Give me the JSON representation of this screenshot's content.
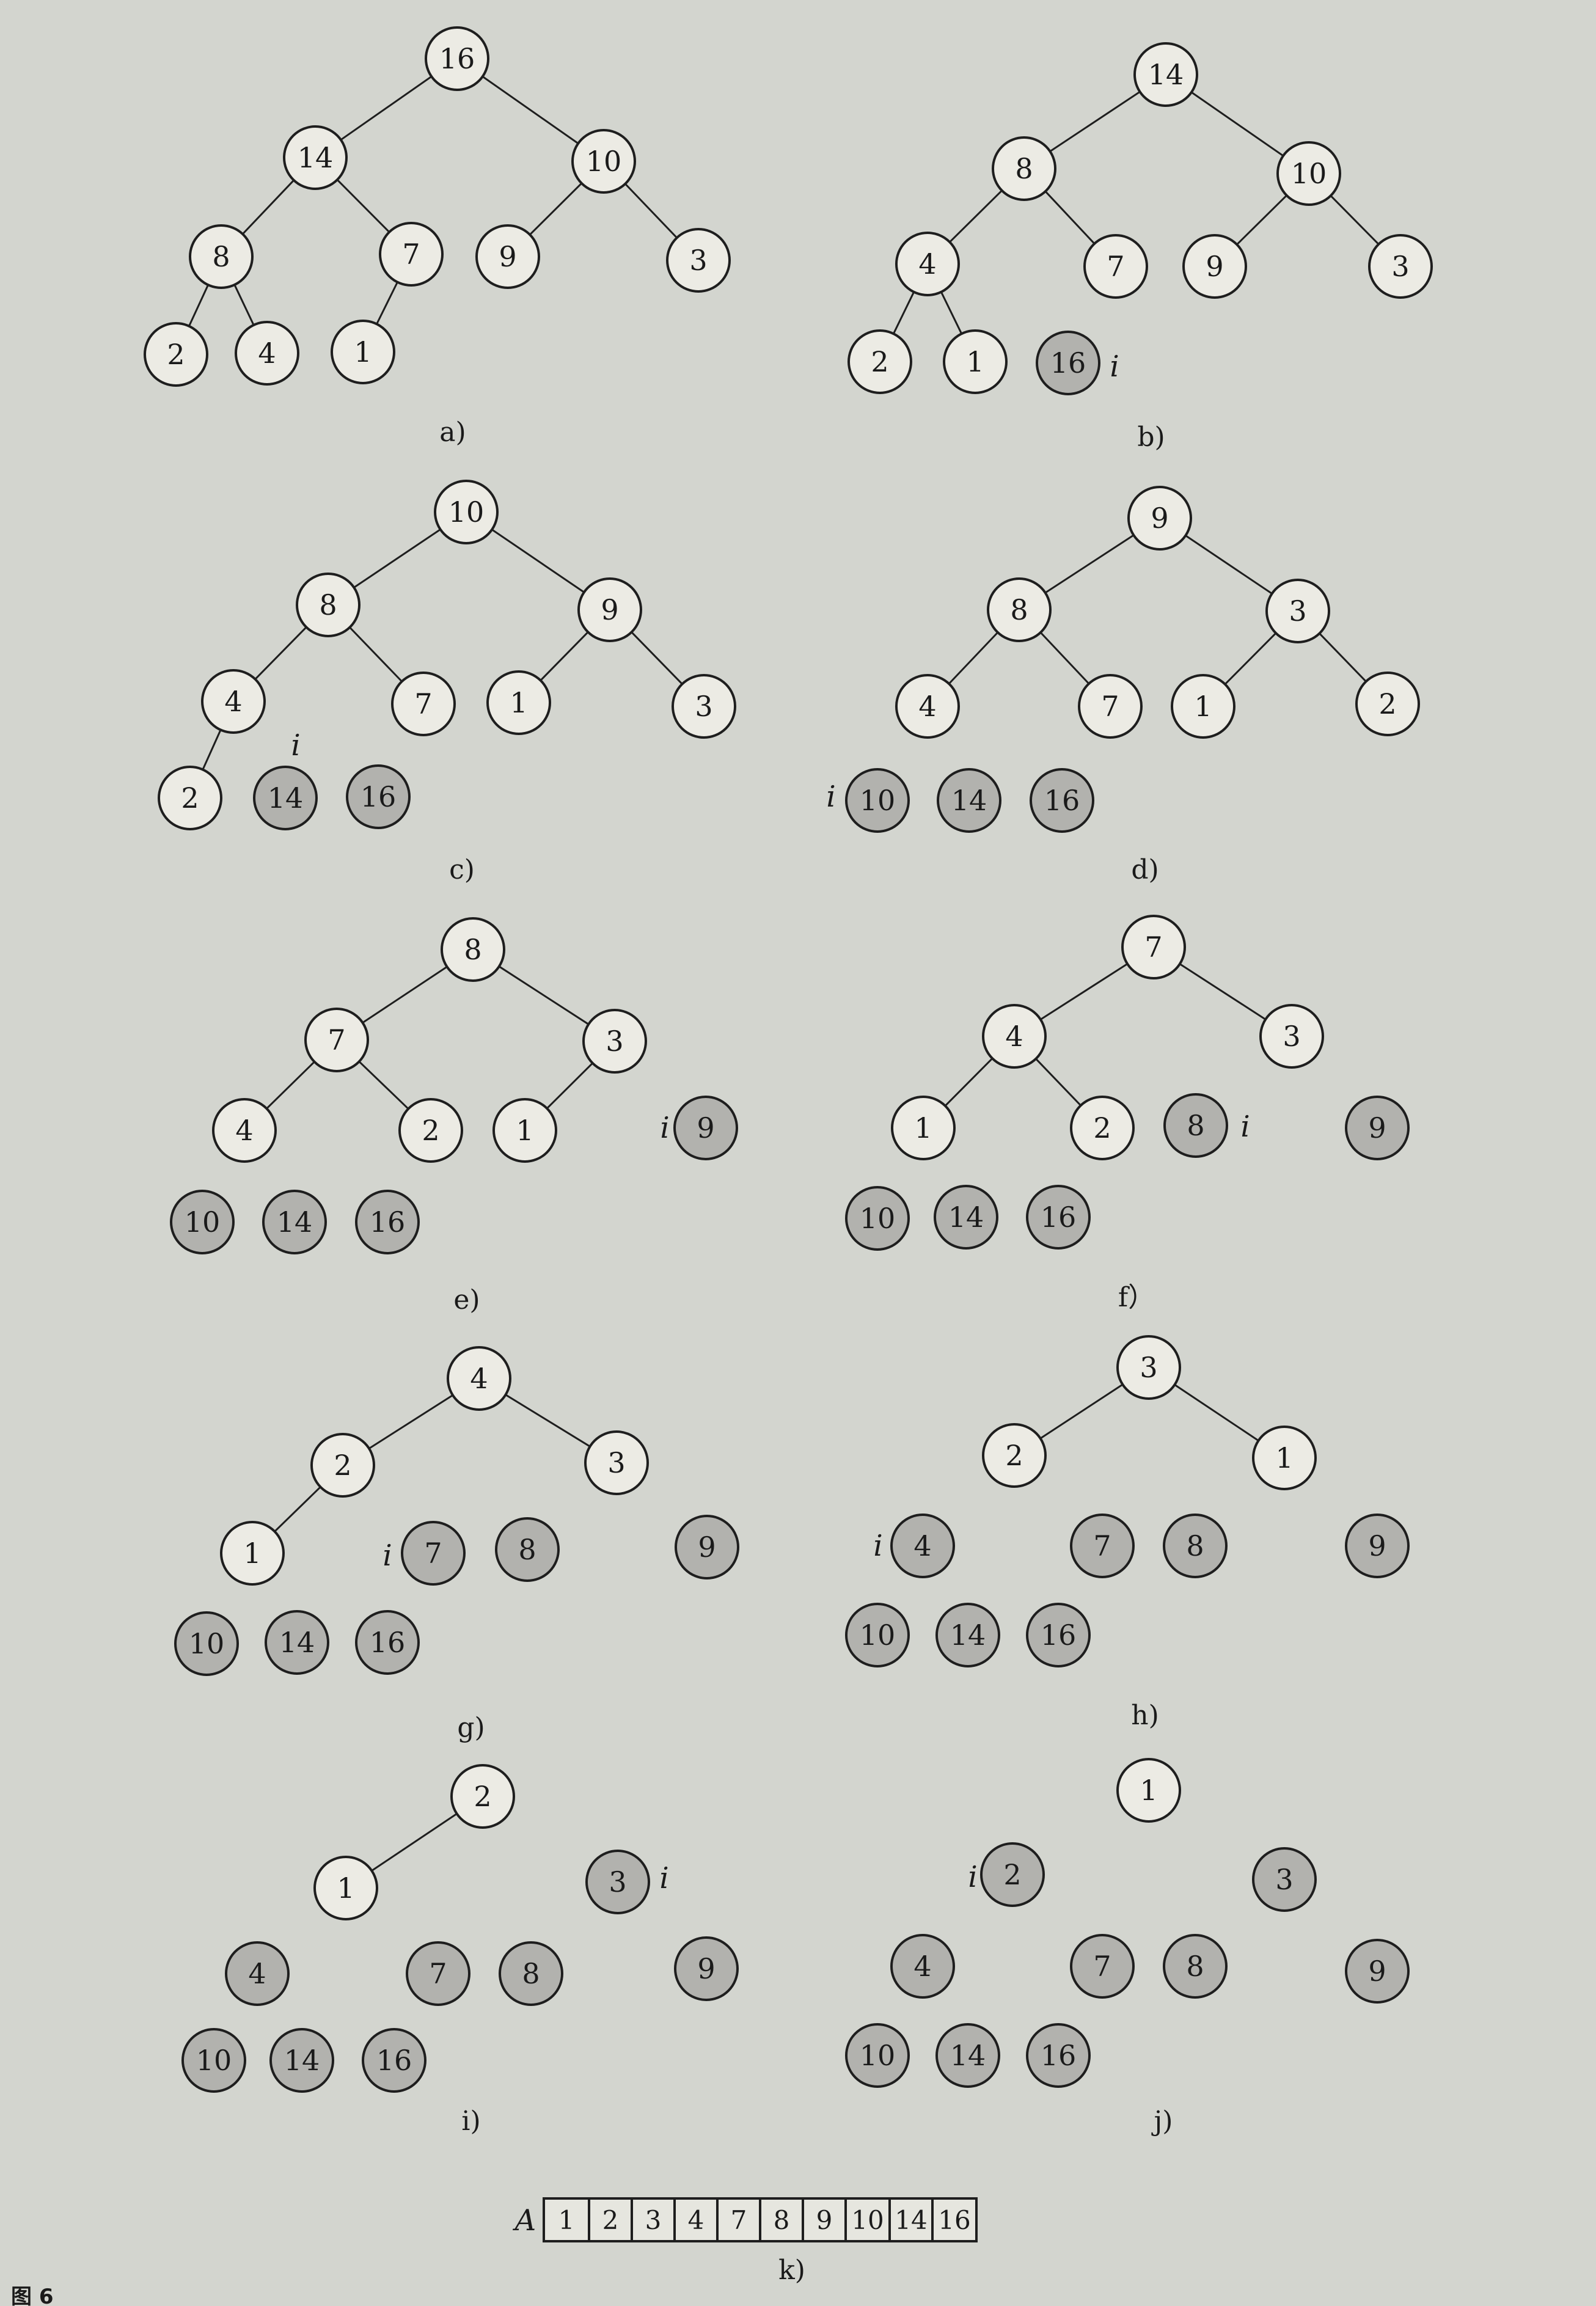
{
  "colors": {
    "background": "#d3d5cf",
    "heap_node_fill": "#ecebe4",
    "sorted_node_fill": "#b2b2ae",
    "stroke": "#1e1e1e"
  },
  "panels": [
    {
      "label": "a)",
      "nodes": [
        {
          "id": "n16",
          "value": "16"
        },
        {
          "id": "n14",
          "value": "14"
        },
        {
          "id": "n10",
          "value": "10"
        },
        {
          "id": "n8",
          "value": "8"
        },
        {
          "id": "n7",
          "value": "7"
        },
        {
          "id": "n9",
          "value": "9"
        },
        {
          "id": "n3",
          "value": "3"
        },
        {
          "id": "n2",
          "value": "2"
        },
        {
          "id": "n4",
          "value": "4"
        },
        {
          "id": "n1",
          "value": "1"
        }
      ]
    },
    {
      "label": "b)",
      "nodes": [
        {
          "id": "n14",
          "value": "14"
        },
        {
          "id": "n8",
          "value": "8"
        },
        {
          "id": "n10",
          "value": "10"
        },
        {
          "id": "n4",
          "value": "4"
        },
        {
          "id": "n7",
          "value": "7"
        },
        {
          "id": "n9",
          "value": "9"
        },
        {
          "id": "n3",
          "value": "3"
        },
        {
          "id": "n2",
          "value": "2"
        },
        {
          "id": "n1",
          "value": "1"
        },
        {
          "id": "n16",
          "value": "16"
        }
      ],
      "i_marker": "i"
    },
    {
      "label": "c)",
      "nodes": [
        {
          "id": "n10",
          "value": "10"
        },
        {
          "id": "n8",
          "value": "8"
        },
        {
          "id": "n9",
          "value": "9"
        },
        {
          "id": "n4",
          "value": "4"
        },
        {
          "id": "n7",
          "value": "7"
        },
        {
          "id": "n1",
          "value": "1"
        },
        {
          "id": "n3",
          "value": "3"
        },
        {
          "id": "n2",
          "value": "2"
        },
        {
          "id": "n14",
          "value": "14"
        },
        {
          "id": "n16",
          "value": "16"
        }
      ],
      "i_marker": "i"
    },
    {
      "label": "d)",
      "nodes": [
        {
          "id": "n9",
          "value": "9"
        },
        {
          "id": "n8",
          "value": "8"
        },
        {
          "id": "n3",
          "value": "3"
        },
        {
          "id": "n4",
          "value": "4"
        },
        {
          "id": "n7",
          "value": "7"
        },
        {
          "id": "n1",
          "value": "1"
        },
        {
          "id": "n2",
          "value": "2"
        },
        {
          "id": "n10",
          "value": "10"
        },
        {
          "id": "n14",
          "value": "14"
        },
        {
          "id": "n16",
          "value": "16"
        }
      ],
      "i_marker": "i"
    },
    {
      "label": "e)",
      "nodes": [
        {
          "id": "n8",
          "value": "8"
        },
        {
          "id": "n7",
          "value": "7"
        },
        {
          "id": "n3",
          "value": "3"
        },
        {
          "id": "n4",
          "value": "4"
        },
        {
          "id": "n2",
          "value": "2"
        },
        {
          "id": "n1",
          "value": "1"
        },
        {
          "id": "n9",
          "value": "9"
        },
        {
          "id": "n10",
          "value": "10"
        },
        {
          "id": "n14",
          "value": "14"
        },
        {
          "id": "n16",
          "value": "16"
        }
      ],
      "i_marker": "i"
    },
    {
      "label": "f）",
      "nodes": [
        {
          "id": "n7",
          "value": "7"
        },
        {
          "id": "n4",
          "value": "4"
        },
        {
          "id": "n3",
          "value": "3"
        },
        {
          "id": "n1",
          "value": "1"
        },
        {
          "id": "n2",
          "value": "2"
        },
        {
          "id": "n8",
          "value": "8"
        },
        {
          "id": "n9",
          "value": "9"
        },
        {
          "id": "n10",
          "value": "10"
        },
        {
          "id": "n14",
          "value": "14"
        },
        {
          "id": "n16",
          "value": "16"
        }
      ],
      "i_marker": "i"
    },
    {
      "label": "g)",
      "nodes": [
        {
          "id": "n4",
          "value": "4"
        },
        {
          "id": "n2",
          "value": "2"
        },
        {
          "id": "n3",
          "value": "3"
        },
        {
          "id": "n1",
          "value": "1"
        },
        {
          "id": "n7",
          "value": "7"
        },
        {
          "id": "n8",
          "value": "8"
        },
        {
          "id": "n9",
          "value": "9"
        },
        {
          "id": "n10",
          "value": "10"
        },
        {
          "id": "n14",
          "value": "14"
        },
        {
          "id": "n16",
          "value": "16"
        }
      ],
      "i_marker": "i"
    },
    {
      "label": "h)",
      "nodes": [
        {
          "id": "n3",
          "value": "3"
        },
        {
          "id": "n2",
          "value": "2"
        },
        {
          "id": "n1",
          "value": "1"
        },
        {
          "id": "n4",
          "value": "4"
        },
        {
          "id": "n7",
          "value": "7"
        },
        {
          "id": "n8",
          "value": "8"
        },
        {
          "id": "n9",
          "value": "9"
        },
        {
          "id": "n10",
          "value": "10"
        },
        {
          "id": "n14",
          "value": "14"
        },
        {
          "id": "n16",
          "value": "16"
        }
      ],
      "i_marker": "i"
    },
    {
      "label": "i)",
      "nodes": [
        {
          "id": "n2",
          "value": "2"
        },
        {
          "id": "n1",
          "value": "1"
        },
        {
          "id": "n3",
          "value": "3"
        },
        {
          "id": "n4",
          "value": "4"
        },
        {
          "id": "n7",
          "value": "7"
        },
        {
          "id": "n8",
          "value": "8"
        },
        {
          "id": "n9",
          "value": "9"
        },
        {
          "id": "n10",
          "value": "10"
        },
        {
          "id": "n14",
          "value": "14"
        },
        {
          "id": "n16",
          "value": "16"
        }
      ],
      "i_marker": "i"
    },
    {
      "label": "j)",
      "nodes": [
        {
          "id": "n1",
          "value": "1"
        },
        {
          "id": "n2",
          "value": "2"
        },
        {
          "id": "n3",
          "value": "3"
        },
        {
          "id": "n4",
          "value": "4"
        },
        {
          "id": "n7",
          "value": "7"
        },
        {
          "id": "n8",
          "value": "8"
        },
        {
          "id": "n9",
          "value": "9"
        },
        {
          "id": "n10",
          "value": "10"
        },
        {
          "id": "n14",
          "value": "14"
        },
        {
          "id": "n16",
          "value": "16"
        }
      ],
      "i_marker": "i"
    }
  ],
  "array": {
    "name": "A",
    "values": [
      "1",
      "2",
      "3",
      "4",
      "7",
      "8",
      "9",
      "10",
      "14",
      "16"
    ],
    "label": "k)"
  },
  "figure_caption": "图 6"
}
